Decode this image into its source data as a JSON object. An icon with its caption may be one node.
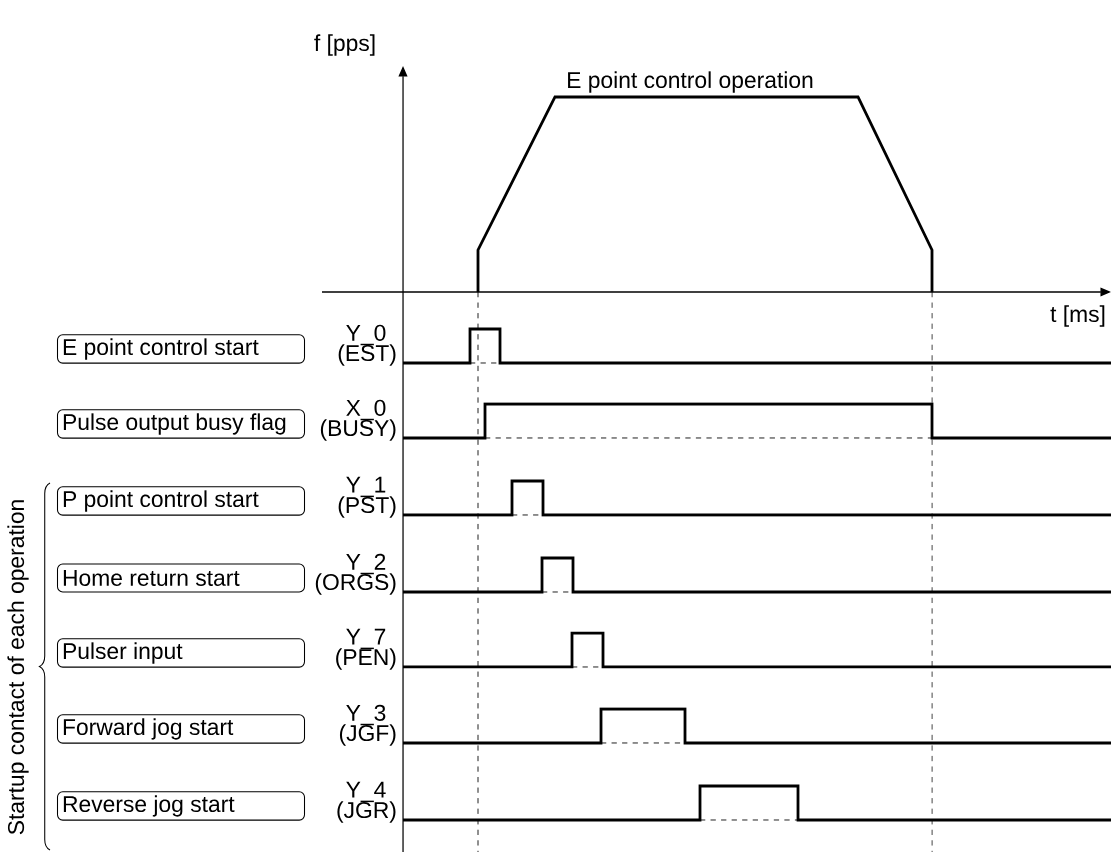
{
  "diagram": {
    "nodes": [
      {
        "text": [
          "E point control start"
        ]
      },
      {
        "text": [
          "Pulse output busy flag"
        ]
      },
      {
        "text": [
          "P point control start"
        ]
      },
      {
        "text": [
          "Home return start"
        ]
      },
      {
        "text": [
          "Pulser input"
        ]
      },
      {
        "text": [
          "Forward jog start"
        ]
      },
      {
        "text": [
          "Reverse jog start"
        ]
      }
    ],
    "labels": [
      "f [pps]",
      "E point control operation",
      "t [ms]",
      "Y_0",
      "(EST)",
      "X_0",
      "(BUSY)",
      "Y_1",
      "(PST)",
      "Y_2",
      "(ORGS)",
      "Y_7",
      "(PEN)",
      "Y_3",
      "(JGF)",
      "Y_4",
      "(JGR)",
      "Startup contact of each operation"
    ]
  }
}
